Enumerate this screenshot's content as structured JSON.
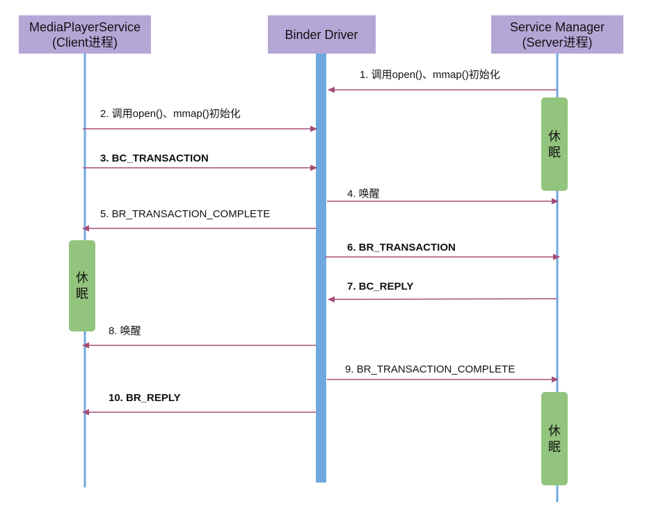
{
  "participants": [
    {
      "id": "client",
      "line1": "MediaPlayerService",
      "line2": "(Client进程)"
    },
    {
      "id": "driver",
      "line1": "Binder Driver",
      "line2": ""
    },
    {
      "id": "server",
      "line1": "Service Manager",
      "line2": "(Server进程)"
    }
  ],
  "messages": [
    {
      "label": "1. 调用open()、mmap()初始化",
      "from": "server",
      "to": "driver",
      "bold": false
    },
    {
      "label": "2. 调用open()、mmap()初始化",
      "from": "client",
      "to": "driver",
      "bold": false
    },
    {
      "label": "3. BC_TRANSACTION",
      "from": "client",
      "to": "driver",
      "bold": true
    },
    {
      "label": "4. 唤醒",
      "from": "driver",
      "to": "server",
      "bold": false
    },
    {
      "label": "5. BR_TRANSACTION_COMPLETE",
      "from": "driver",
      "to": "client",
      "bold": false
    },
    {
      "label": "6. BR_TRANSACTION",
      "from": "driver",
      "to": "server",
      "bold": true
    },
    {
      "label": "7. BC_REPLY",
      "from": "server",
      "to": "driver",
      "bold": true
    },
    {
      "label": "8. 唤醒",
      "from": "driver",
      "to": "client",
      "bold": false
    },
    {
      "label": "9. BR_TRANSACTION_COMPLETE",
      "from": "driver",
      "to": "server",
      "bold": false
    },
    {
      "label": "10. BR_REPLY",
      "from": "driver",
      "to": "client",
      "bold": true
    }
  ],
  "sleep_blocks": [
    {
      "on": "server",
      "line1": "休",
      "line2": "眠"
    },
    {
      "on": "client",
      "line1": "休",
      "line2": "眠"
    },
    {
      "on": "server",
      "line1": "休",
      "line2": "眠"
    }
  ],
  "colors": {
    "header_bg": "#b4a7d6",
    "lifeline": "#6fa8dc",
    "arrow": "#a64d79",
    "sleep": "#93c47d"
  }
}
